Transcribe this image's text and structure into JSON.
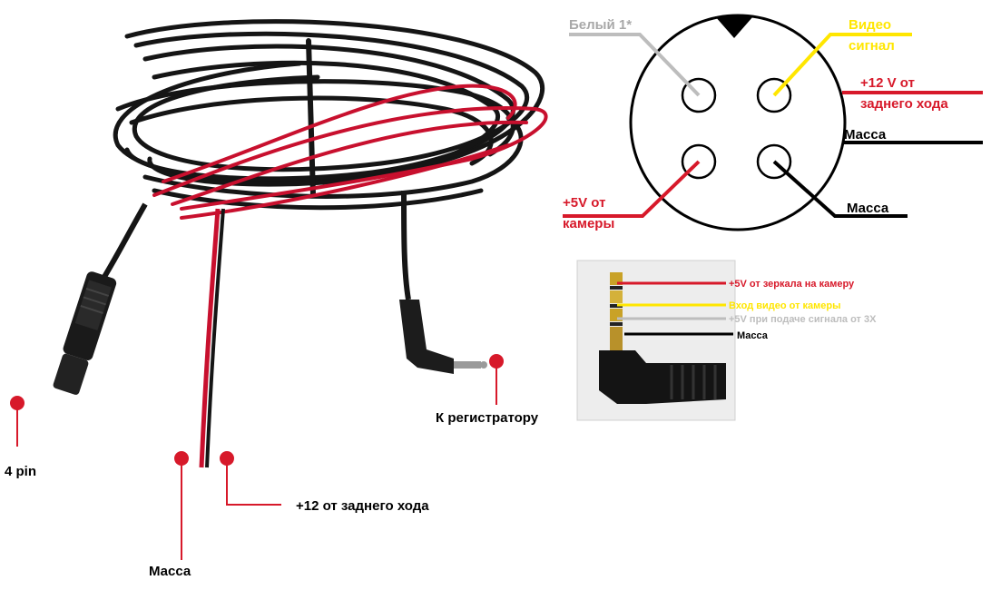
{
  "colors": {
    "red": "#d7192a",
    "black": "#000000",
    "yellow": "#ffe600",
    "gray": "#bdbdbd",
    "cable": "#151515",
    "cable_red": "#c8102e"
  },
  "cable_labels": {
    "four_pin": "4 pin",
    "ground": "Масса",
    "plus12_reverse": "+12 от заднего хода",
    "to_recorder": "К регистратору"
  },
  "connector_pinout": {
    "white": "Белый 1*",
    "video_line1": "Видео",
    "video_line2": "сигнал",
    "plus12_line1": "+12 V от",
    "plus12_line2": "заднего хода",
    "ground_top": "Масса",
    "ground_bottom": "Масса",
    "plus5_line1": "+5V от",
    "plus5_line2": "камеры"
  },
  "jack_pinout": {
    "tip": "+5V от зеркала на камеру",
    "ring1": "Вход видео от камеры",
    "ring2": "+5V при подаче сигнала от 3Х",
    "sleeve": "Масса"
  }
}
